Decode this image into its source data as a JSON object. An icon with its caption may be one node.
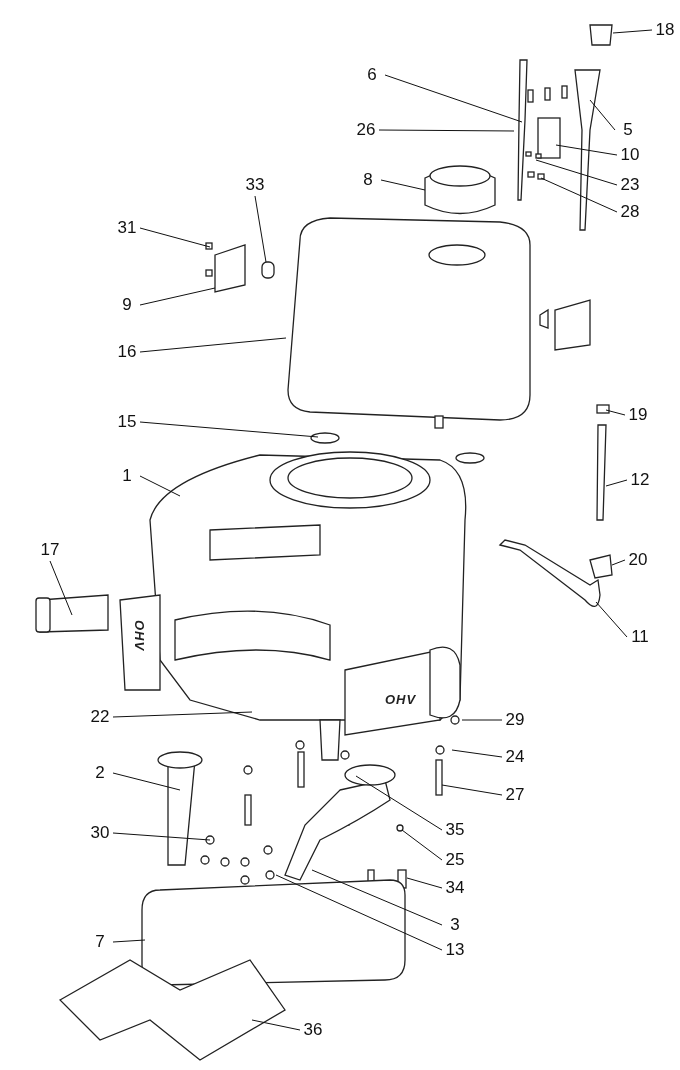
{
  "diagram": {
    "nodes": [
      {
        "text": [
          "18"
        ]
      },
      {
        "text": [
          "6"
        ]
      },
      {
        "text": [
          "5"
        ]
      },
      {
        "text": [
          "26"
        ]
      },
      {
        "text": [
          "10"
        ]
      },
      {
        "text": [
          "23"
        ]
      },
      {
        "text": [
          "28"
        ]
      },
      {
        "text": [
          "8"
        ]
      },
      {
        "text": [
          "33"
        ]
      },
      {
        "text": [
          "31"
        ]
      },
      {
        "text": [
          "9"
        ]
      },
      {
        "text": [
          "16"
        ]
      },
      {
        "text": [
          "15"
        ]
      },
      {
        "text": [
          "19"
        ]
      },
      {
        "text": [
          "1"
        ]
      },
      {
        "text": [
          "12"
        ]
      },
      {
        "text": [
          "17"
        ]
      },
      {
        "text": [
          "20"
        ]
      },
      {
        "text": [
          "11"
        ]
      },
      {
        "text": [
          "22"
        ]
      },
      {
        "text": [
          "29"
        ]
      },
      {
        "text": [
          "24"
        ]
      },
      {
        "text": [
          "2"
        ]
      },
      {
        "text": [
          "27"
        ]
      },
      {
        "text": [
          "30"
        ]
      },
      {
        "text": [
          "35"
        ]
      },
      {
        "text": [
          "25"
        ]
      },
      {
        "text": [
          "34"
        ]
      },
      {
        "text": [
          "3"
        ]
      },
      {
        "text": [
          "13"
        ]
      },
      {
        "text": [
          "7"
        ]
      },
      {
        "text": [
          "36"
        ]
      }
    ],
    "edges": [
      {
        "from": 0,
        "to": null,
        "arrow": "none"
      },
      {
        "from": 1,
        "to": null,
        "arrow": "none"
      },
      {
        "from": 2,
        "to": null,
        "arrow": "none"
      },
      {
        "from": 3,
        "to": null,
        "arrow": "none"
      },
      {
        "from": 4,
        "to": null,
        "arrow": "none"
      },
      {
        "from": 5,
        "to": null,
        "arrow": "none"
      },
      {
        "from": 6,
        "to": null,
        "arrow": "none"
      },
      {
        "from": 7,
        "to": null,
        "arrow": "none"
      },
      {
        "from": 8,
        "to": null,
        "arrow": "none"
      },
      {
        "from": 9,
        "to": null,
        "arrow": "none"
      },
      {
        "from": 10,
        "to": null,
        "arrow": "none"
      },
      {
        "from": 11,
        "to": null,
        "arrow": "none"
      },
      {
        "from": 12,
        "to": null,
        "arrow": "none"
      },
      {
        "from": 13,
        "to": null,
        "arrow": "none"
      },
      {
        "from": 14,
        "to": null,
        "arrow": "none"
      },
      {
        "from": 15,
        "to": null,
        "arrow": "none"
      },
      {
        "from": 16,
        "to": null,
        "arrow": "none"
      },
      {
        "from": 17,
        "to": null,
        "arrow": "none"
      },
      {
        "from": 18,
        "to": null,
        "arrow": "none"
      },
      {
        "from": 19,
        "to": null,
        "arrow": "none"
      },
      {
        "from": 20,
        "to": null,
        "arrow": "none"
      },
      {
        "from": 21,
        "to": null,
        "arrow": "none"
      },
      {
        "from": 22,
        "to": null,
        "arrow": "none"
      },
      {
        "from": 23,
        "to": null,
        "arrow": "none"
      },
      {
        "from": 24,
        "to": null,
        "arrow": "none"
      },
      {
        "from": 25,
        "to": null,
        "arrow": "none"
      },
      {
        "from": 26,
        "to": null,
        "arrow": "none"
      },
      {
        "from": 27,
        "to": null,
        "arrow": "none"
      },
      {
        "from": 28,
        "to": null,
        "arrow": "none"
      },
      {
        "from": 29,
        "to": null,
        "arrow": "none"
      },
      {
        "from": 30,
        "to": null,
        "arrow": "none"
      },
      {
        "from": 31,
        "to": null,
        "arrow": "none"
      }
    ],
    "labels": [
      "OHV",
      "OHV"
    ]
  }
}
